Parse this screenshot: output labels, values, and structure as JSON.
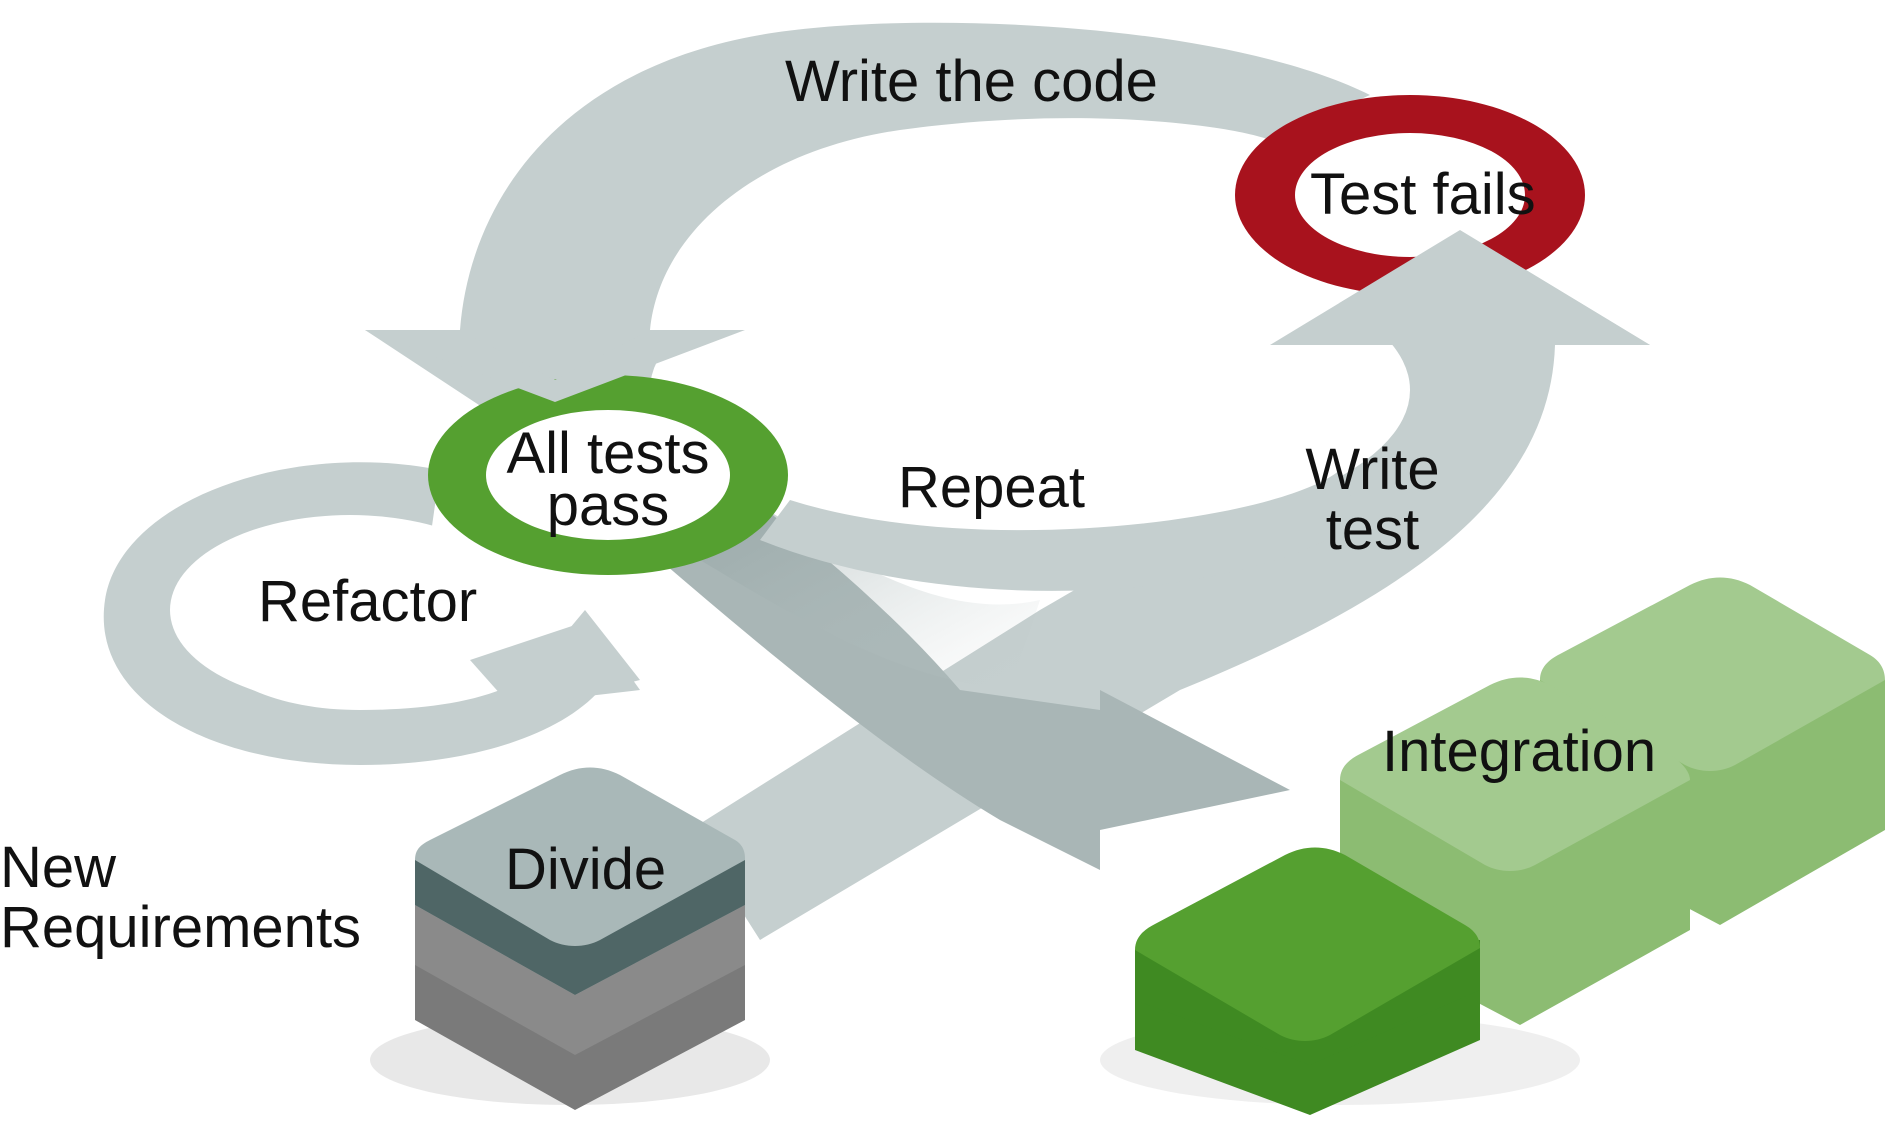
{
  "diagram": {
    "labels": {
      "write_code": "Write the code",
      "test_fails": "Test fails",
      "all_tests_pass": "All tests pass",
      "repeat": "Repeat",
      "write_test": "Write test",
      "refactor": "Refactor",
      "new_requirements": "New Requirements",
      "divide": "Divide",
      "integration": "Integration"
    },
    "colors": {
      "arrow": "#c5cfcf",
      "arrow_dark": "#a9b6b6",
      "fail_ring": "#a8121d",
      "pass_ring": "#55a030",
      "divide_top": "#a9b8b8",
      "divide_side": "#8e8e8e",
      "green_bright": "#55a030",
      "green_light": "#9ec78a"
    }
  }
}
